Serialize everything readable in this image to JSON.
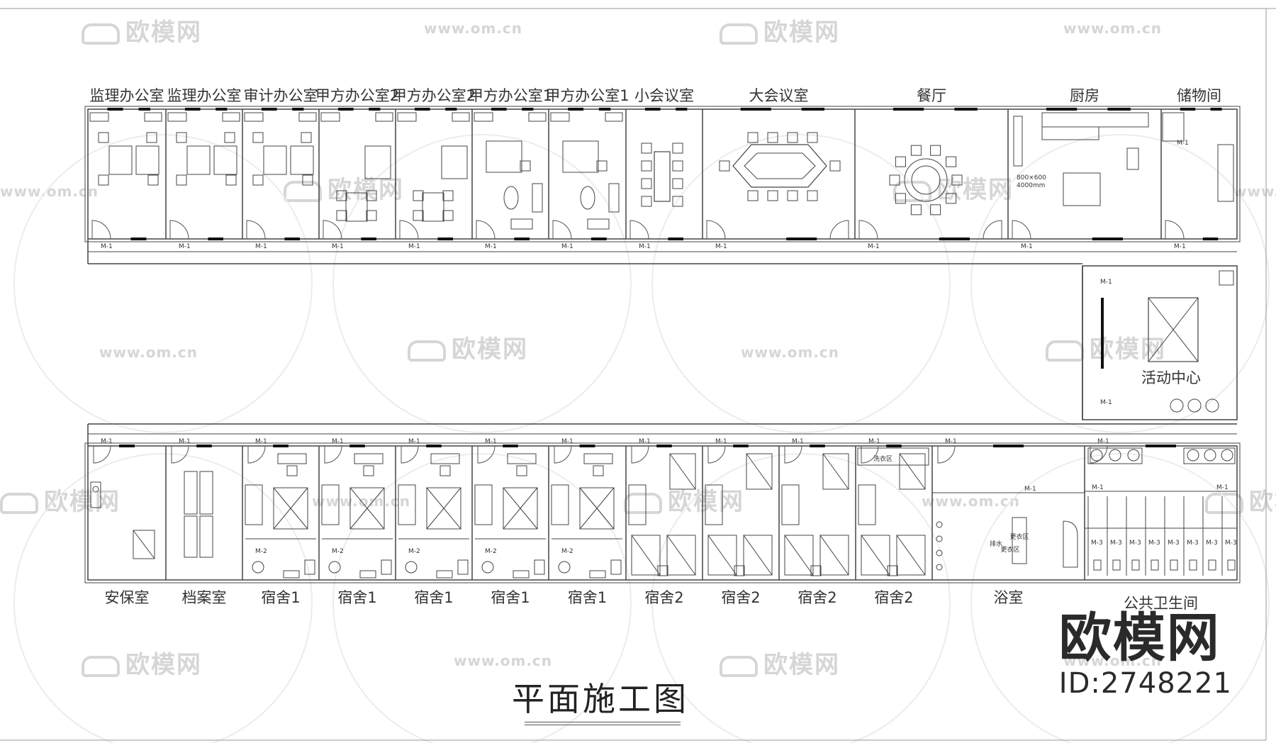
{
  "title": "平面施工图",
  "brand": {
    "name": "欧模网",
    "id": "ID:2748221"
  },
  "watermark": {
    "logo_text": "欧模网",
    "url_text": "www.om.cn",
    "color": "#d6d6d6"
  },
  "door_label": "M-1",
  "door_label_2": "M-2",
  "door_label_3": "M-3",
  "top_rooms": [
    "监理办公室",
    "监理办公室",
    "审计办公室",
    "甲方办公室2",
    "甲方办公室2",
    "甲方办公室1",
    "甲方办公室1",
    "小会议室",
    "大会议室",
    "餐厅",
    "厨房",
    "储物间"
  ],
  "activity_room": "活动中心",
  "bottom_rooms": [
    "安保室",
    "档案室",
    "宿舍1",
    "宿舍1",
    "宿舍1",
    "宿舍1",
    "宿舍1",
    "宿舍2",
    "宿舍2",
    "宿舍2",
    "宿舍2",
    "浴室",
    "公共卫生间"
  ],
  "zone_labels": {
    "laundry": "洗衣区",
    "dressing": "更衣区",
    "dressing2": "更衣区",
    "drain": "排水"
  },
  "kitchen_notes": [
    "800×600",
    "4000mm"
  ]
}
